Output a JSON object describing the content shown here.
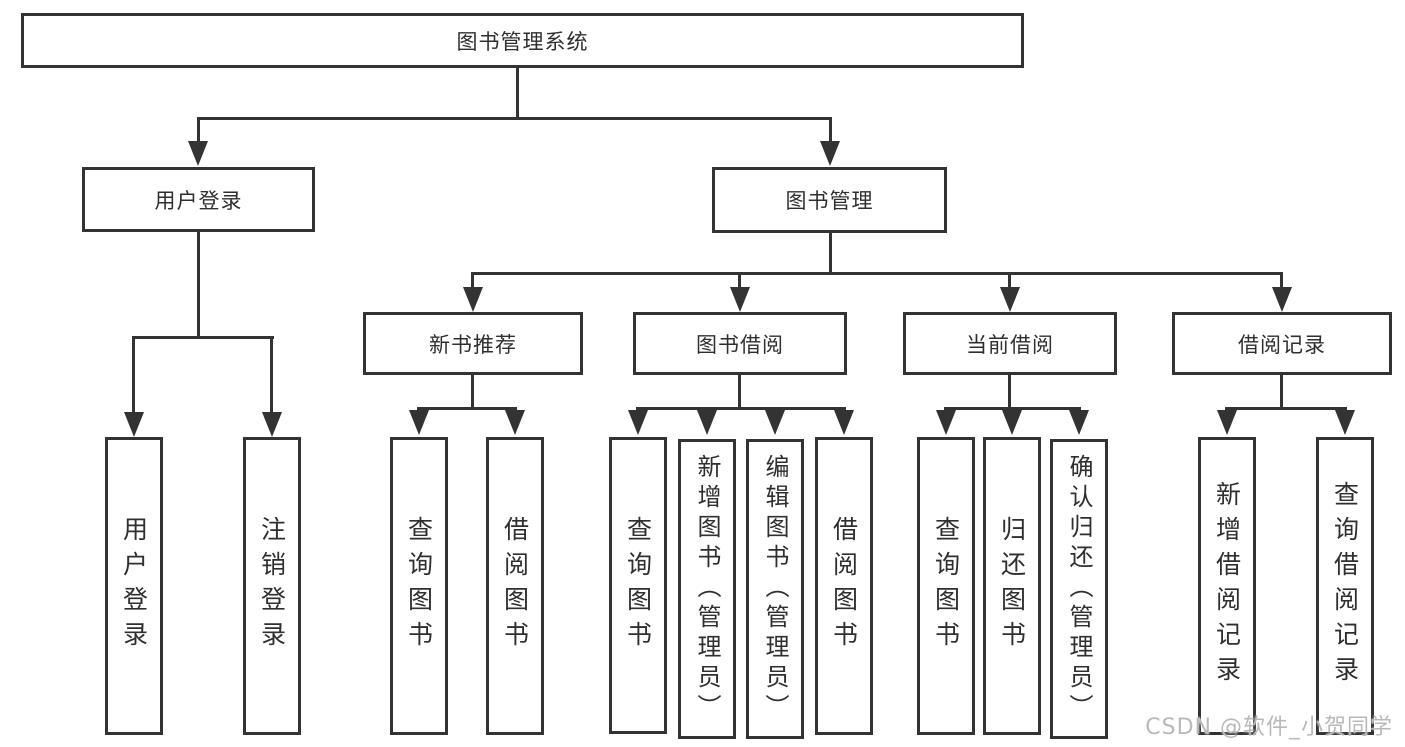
{
  "colors": {
    "line": "#333333",
    "text": "#2f2f2f",
    "watermark": "#b9b9b9",
    "background": "#ffffff"
  },
  "tree": {
    "root": {
      "label": "图书管理系统"
    },
    "branches": [
      {
        "label": "用户登录",
        "children": [
          {
            "label": "用户登录"
          },
          {
            "label": "注销登录"
          }
        ]
      },
      {
        "label": "图书管理",
        "sections": [
          {
            "label": "新书推荐",
            "children": [
              {
                "label": "查询图书"
              },
              {
                "label": "借阅图书"
              }
            ]
          },
          {
            "label": "图书借阅",
            "children": [
              {
                "label": "查询图书"
              },
              {
                "label": "新增图书（管理员）"
              },
              {
                "label": "编辑图书（管理员）"
              },
              {
                "label": "借阅图书"
              }
            ]
          },
          {
            "label": "当前借阅",
            "children": [
              {
                "label": "查询图书"
              },
              {
                "label": "归还图书"
              },
              {
                "label": "确认归还（管理员）"
              }
            ]
          },
          {
            "label": "借阅记录",
            "children": [
              {
                "label": "新增借阅记录"
              },
              {
                "label": "查询借阅记录"
              }
            ]
          }
        ]
      }
    ]
  },
  "watermark": {
    "text": "CSDN @软件_小贺同学"
  }
}
